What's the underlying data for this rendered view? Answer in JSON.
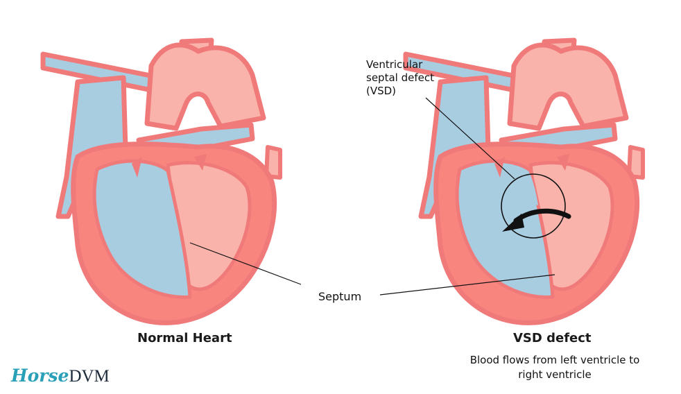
{
  "labels": {
    "vsd_callout": "Ventricular\nseptal defect\n(VSD)",
    "septum": "Septum",
    "normal_caption": "Normal Heart",
    "vsd_caption": "VSD defect",
    "vsd_subcaption": "Blood flows from left ventricle to\nright ventricle"
  },
  "logo": {
    "part1": "Horse",
    "part2": "DVM"
  },
  "colors": {
    "outline": "#f07a7a",
    "myocardium": "#f9857f",
    "left_side": "#f9b3ab",
    "right_side": "#a8cce0",
    "annotation": "#111111",
    "logo_accent": "#2aa0b8",
    "logo_dark": "#1c2a3a"
  }
}
